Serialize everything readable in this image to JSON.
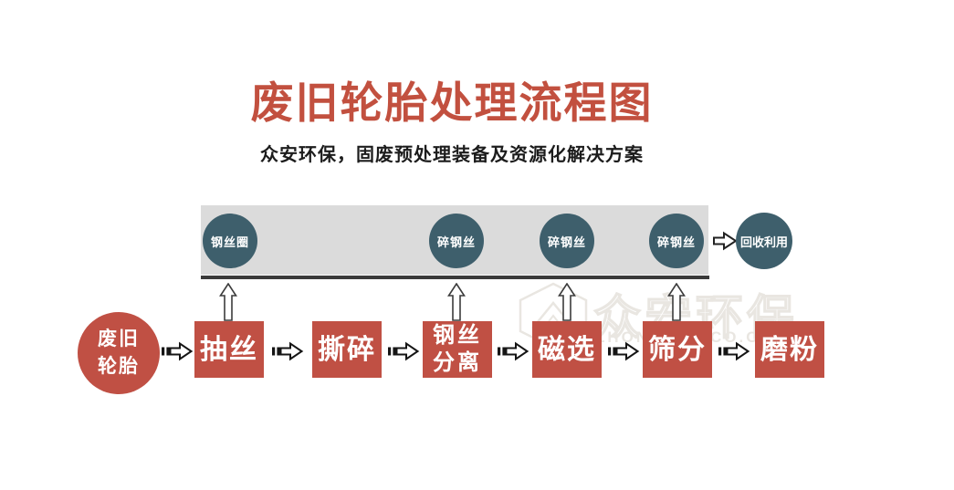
{
  "title": "废旧轮胎处理流程图",
  "subtitle": "众安环保，固废预处理装备及资源化解决方案",
  "band": {
    "byproducts": [
      {
        "label": "钢丝圈"
      },
      {
        "label": "碎钢丝"
      },
      {
        "label": "碎钢丝"
      },
      {
        "label": "碎钢丝"
      }
    ],
    "recycle_label": "回收利用"
  },
  "flow": {
    "source": "废旧轮胎",
    "steps": [
      "抽丝",
      "撕碎",
      "钢丝分离",
      "磁选",
      "筛分",
      "磨粉"
    ]
  },
  "watermark": {
    "logo": "hexagon-logo",
    "cn": "众安环保",
    "en_left": "ZHON",
    "en_right": "CO.C"
  },
  "colors": {
    "red": "#c05044",
    "title_red": "#c2503f",
    "teal": "#3e5f6c",
    "band": "#dbdbdb",
    "line": "#3a3a3a",
    "watermark": "#e9e6e1"
  }
}
